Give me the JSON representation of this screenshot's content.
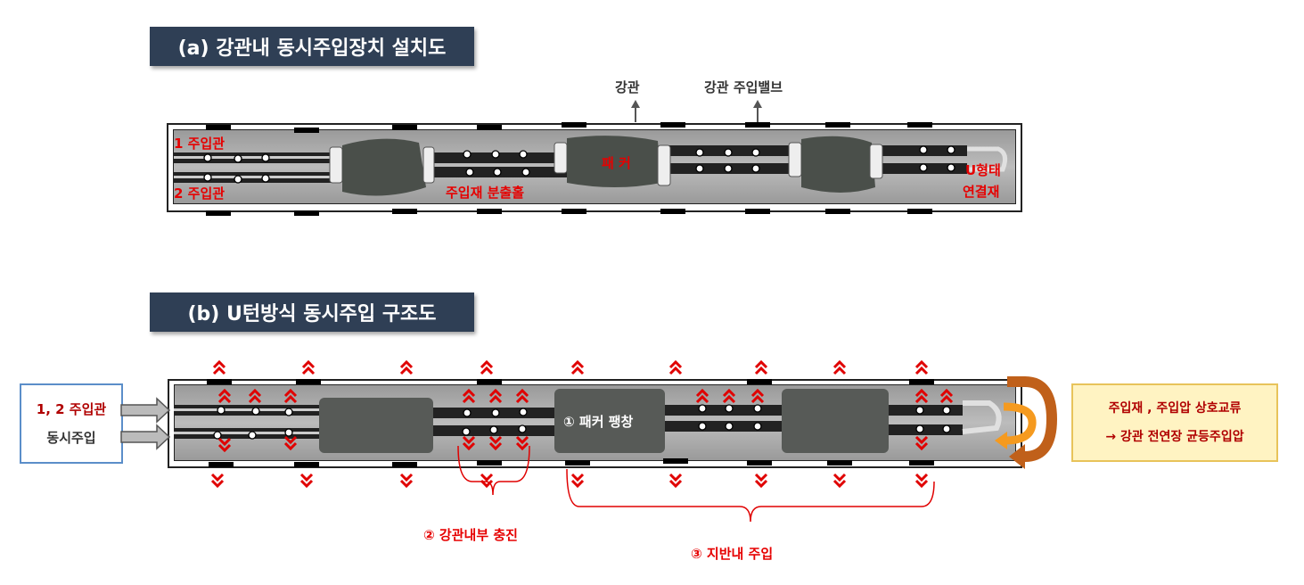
{
  "panel_a": {
    "title": "(a) 강관내 동시주입장치 설치도",
    "label_pipe": "강관",
    "label_valve": "강관 주입밸브",
    "label_tube1": "1 주입관",
    "label_tube2": "2 주입관",
    "label_outlet": "주입재 분출홀",
    "label_packer": "패 커",
    "label_connector_line1": "U형태",
    "label_connector_line2": "연결재"
  },
  "panel_b": {
    "title": "(b) U턴방식 동시주입 구조도",
    "left_box_line1": "1, 2 주입관",
    "left_box_line2": "동시주입",
    "packer_expand": "① 패커 팽창",
    "fill_inside": "② 강관내부 충진",
    "ground_injection": "③ 지반내 주입",
    "right_box_line1": "주입재 , 주입압 상호교류",
    "right_box_line2": "→ 강관 전연장 균등주입압"
  },
  "colors": {
    "title_bg": "#2f3f55",
    "red_label": "#e60000",
    "dark_red_label": "#b00000",
    "left_box_border": "#5b8ec9",
    "right_box_fill": "#fff3c2",
    "right_box_border": "#e8c35a",
    "arrow_orange": "#f59a1f",
    "arrow_brown": "#c0601a"
  }
}
